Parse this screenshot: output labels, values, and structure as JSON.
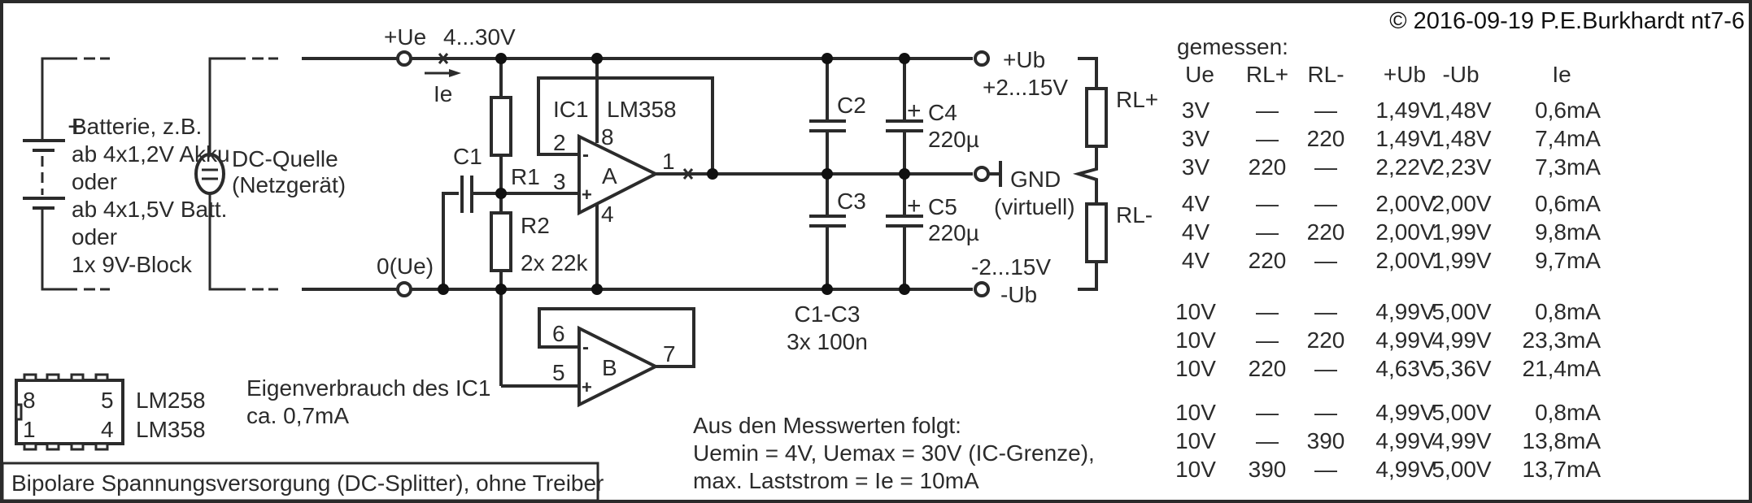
{
  "copyright": "© 2016-09-19 P.E.Burkhardt nt7-6",
  "title": "Bipolare Spannungsversorgung (DC-Splitter), ohne Treiber",
  "sources": {
    "battery_lines": [
      "Batterie, z.B.",
      "ab 4x1,2V Akku",
      "oder",
      "ab 4x1,5V Batt.",
      "oder",
      "1x 9V-Block"
    ],
    "battery_plus": "+",
    "dc_source_lines": [
      "DC-Quelle",
      "(Netzgerät)"
    ]
  },
  "input": {
    "plus_label": "+Ue",
    "range_label": "4...30V",
    "current_label": "Ie",
    "zero_label": "0(Ue)"
  },
  "components": {
    "c1": "C1",
    "r1": "R1",
    "r2": "R2",
    "r_value": "2x 22k",
    "ic1": "IC1",
    "ic_type": "LM358",
    "opamp_a": "A",
    "opamp_b": "B",
    "pins": {
      "p1": "1",
      "p2": "2",
      "p3": "3",
      "p4": "4",
      "p5": "5",
      "p6": "6",
      "p7": "7",
      "p8": "8"
    },
    "minus": "-",
    "plus": "+",
    "c2": "C2",
    "c3": "C3",
    "c4": "C4",
    "c5": "C5",
    "c4_value": "220µ",
    "c5_value": "220µ",
    "c_group": "C1-C3",
    "c_group_value": "3x 100n"
  },
  "outputs": {
    "plus_ub": "+Ub",
    "plus_range": "+2...15V",
    "gnd": "GND",
    "gnd_note": "(virtuell)",
    "minus_range": "-2...15V",
    "minus_ub": "-Ub",
    "rl_plus": "RL+",
    "rl_minus": "RL-"
  },
  "package": {
    "pin_tl": "8",
    "pin_tr": "5",
    "pin_bl": "1",
    "pin_br": "4",
    "names": [
      "LM258",
      "LM358"
    ]
  },
  "notes": {
    "consumption": [
      "Eigenverbrauch des IC1",
      " ca. 0,7mA"
    ],
    "conclusion": [
      "Aus den Messwerten folgt:",
      "Uemin = 4V, Uemax = 30V (IC-Grenze),",
      "max. Laststrom = Ie = 10mA"
    ]
  },
  "measurements": {
    "heading": "gemessen:",
    "columns": [
      "Ue",
      "RL+",
      "RL-",
      "+Ub",
      "-Ub",
      "Ie"
    ],
    "groups": [
      [
        [
          "3V",
          "—",
          "—",
          "1,49V",
          "1,48V",
          "0,6mA"
        ],
        [
          "3V",
          "—",
          "220",
          "1,49V",
          "1,48V",
          "7,4mA"
        ],
        [
          "3V",
          "220",
          "—",
          "2,22V",
          "2,23V",
          "7,3mA"
        ]
      ],
      [
        [
          "4V",
          "—",
          "—",
          "2,00V",
          "2,00V",
          "0,6mA"
        ],
        [
          "4V",
          "—",
          "220",
          "2,00V",
          "1,99V",
          "9,8mA"
        ],
        [
          "4V",
          "220",
          "—",
          "2,00V",
          "1,99V",
          "9,7mA"
        ]
      ],
      [
        [
          "10V",
          "—",
          "—",
          "4,99V",
          "5,00V",
          "0,8mA"
        ],
        [
          "10V",
          "—",
          "220",
          "4,99V",
          "4,99V",
          "23,3mA"
        ],
        [
          "10V",
          "220",
          "—",
          "4,63V",
          "5,36V",
          "21,4mA"
        ]
      ],
      [
        [
          "10V",
          "—",
          "—",
          "4,99V",
          "5,00V",
          "0,8mA"
        ],
        [
          "10V",
          "—",
          "390",
          "4,99V",
          "4,99V",
          "13,8mA"
        ],
        [
          "10V",
          "390",
          "—",
          "4,99V",
          "5,00V",
          "13,7mA"
        ]
      ]
    ]
  }
}
